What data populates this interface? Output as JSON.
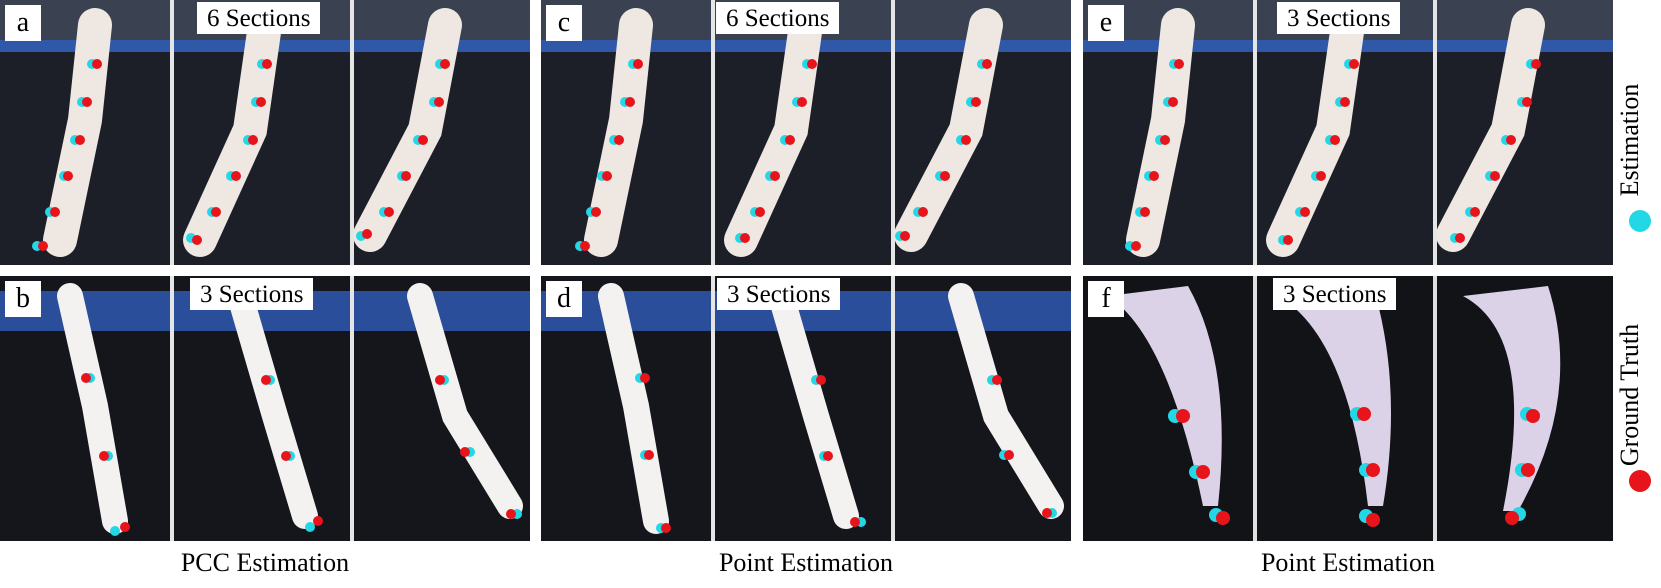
{
  "panels": [
    {
      "letter": "a",
      "label": "6 Sections"
    },
    {
      "letter": "b",
      "label": "3 Sections"
    },
    {
      "letter": "c",
      "label": "6 Sections"
    },
    {
      "letter": "d",
      "label": "3 Sections"
    },
    {
      "letter": "e",
      "label": "3 Sections"
    },
    {
      "letter": "f",
      "label": "3 Sections"
    }
  ],
  "captions": [
    "PCC Estimation",
    "Point Estimation",
    "Point Estimation"
  ],
  "legend": {
    "estimation": {
      "label": "Estimation",
      "color": "#22d8e6"
    },
    "ground_truth": {
      "label": "Ground Truth",
      "color": "#e8141c"
    }
  }
}
